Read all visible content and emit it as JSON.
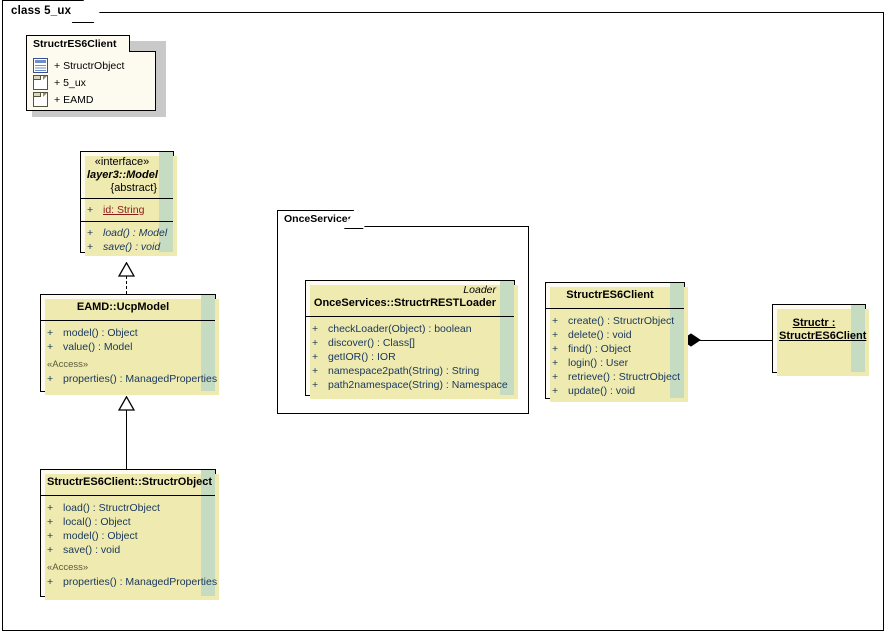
{
  "diagram": {
    "tab_label": "class 5_ux",
    "colors": {
      "class_fill": "#fdfbf0",
      "band_green": "#c6dcc2",
      "shadow_yellow": "#efeab0",
      "text_blue": "#17365d",
      "static_red": "#8b1a1a",
      "stereotype_olive": "#5a5a3a",
      "border_black": "#000000",
      "canvas": "#ffffff"
    }
  },
  "package_box": {
    "name": "StructrES6Client",
    "items": [
      {
        "visibility": "+",
        "label": "StructrObject",
        "icon": "class-icon"
      },
      {
        "visibility": "+",
        "label": "5_ux",
        "icon": "package-icon"
      },
      {
        "visibility": "+",
        "label": "EAMD",
        "icon": "package-icon"
      }
    ]
  },
  "interface_model": {
    "stereotype": "«interface»",
    "name": "layer3::Model",
    "abstract_tag": "{abstract}",
    "attributes": [
      {
        "visibility": "+",
        "text": "id:  String",
        "static": true
      }
    ],
    "operations": [
      {
        "visibility": "+",
        "text": "load() : Model"
      },
      {
        "visibility": "+",
        "text": "save() : void"
      }
    ]
  },
  "ucp_model": {
    "name": "EAMD::UcpModel",
    "operations": [
      {
        "visibility": "+",
        "text": "model() : Object"
      },
      {
        "visibility": "+",
        "text": "value() : Model"
      }
    ],
    "access_stereotype": "«Access»",
    "access_operations": [
      {
        "visibility": "+",
        "text": "properties() : ManagedProperties"
      }
    ]
  },
  "structr_object": {
    "name": "StructrES6Client::StructrObject",
    "operations": [
      {
        "visibility": "+",
        "text": "load() : StructrObject"
      },
      {
        "visibility": "+",
        "text": "local() : Object"
      },
      {
        "visibility": "+",
        "text": "model() : Object"
      },
      {
        "visibility": "+",
        "text": "save() : void"
      }
    ],
    "access_stereotype": "«Access»",
    "access_operations": [
      {
        "visibility": "+",
        "text": "properties() : ManagedProperties"
      }
    ]
  },
  "once_services_package": {
    "name": "OnceServices"
  },
  "rest_loader": {
    "stereotype": "Loader",
    "name": "OnceServices::StructrRESTLoader",
    "operations": [
      {
        "visibility": "+",
        "text": "checkLoader(Object) : boolean"
      },
      {
        "visibility": "+",
        "text": "discover() : Class[]"
      },
      {
        "visibility": "+",
        "text": "getIOR() : IOR"
      },
      {
        "visibility": "+",
        "text": "namespace2path(String) : String"
      },
      {
        "visibility": "+",
        "text": "path2namespace(String) : Namespace"
      }
    ]
  },
  "es6_client_class": {
    "name": "StructrES6Client",
    "operations": [
      {
        "visibility": "+",
        "text": "create() : StructrObject"
      },
      {
        "visibility": "+",
        "text": "delete() : void"
      },
      {
        "visibility": "+",
        "text": "find() : Object"
      },
      {
        "visibility": "+",
        "text": "login() : User"
      },
      {
        "visibility": "+",
        "text": "retrieve() : StructrObject"
      },
      {
        "visibility": "+",
        "text": "update() : void"
      }
    ]
  },
  "structr_instance": {
    "line1": "Structr :",
    "line2": "StructrES6Client"
  },
  "connectors": [
    {
      "name": "realization-ucpmodel-to-model",
      "type": "realization",
      "style": "dashed",
      "head": "hollow-triangle"
    },
    {
      "name": "generalization-structrobject-to-ucpmodel",
      "type": "generalization",
      "style": "solid",
      "head": "hollow-triangle"
    },
    {
      "name": "composition-es6client-to-structr-instance",
      "type": "composition",
      "style": "solid",
      "head": "filled-diamond"
    }
  ]
}
